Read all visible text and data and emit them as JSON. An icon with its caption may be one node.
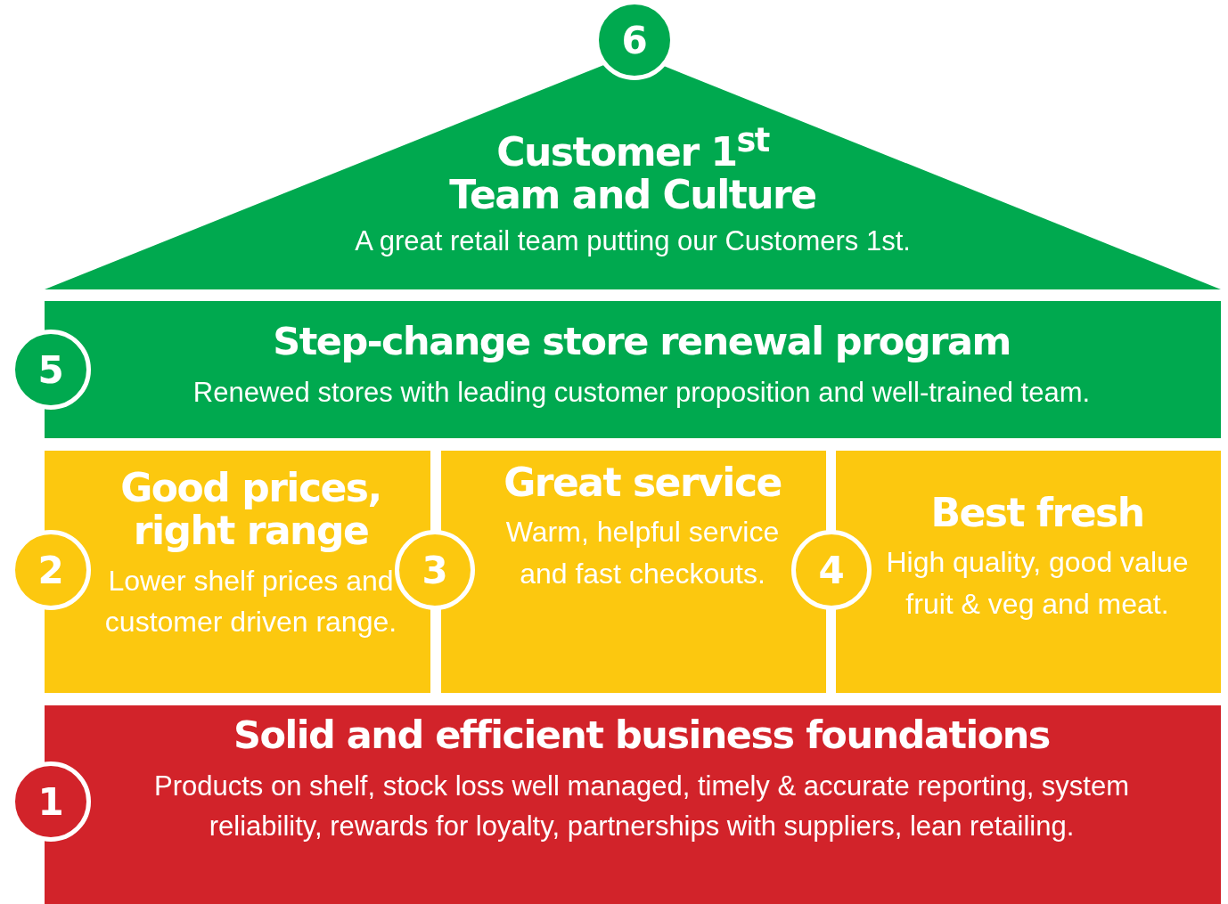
{
  "diagram": {
    "nodes": [
      {
        "text": [
          "6"
        ]
      },
      {
        "text": [
          "Customer 1$^{st}$ Team and Culture",
          "A great retail team putting our Customers 1st."
        ]
      },
      {
        "text": [
          "5"
        ]
      },
      {
        "text": [
          "Step-change store renewal program",
          "Renewed stores with leading customer proposition and well-trained team."
        ]
      },
      {
        "text": [
          "2"
        ]
      },
      {
        "text": [
          "Good prices, right range",
          "Lower shelf prices and customer driven range."
        ]
      },
      {
        "text": [
          "3"
        ]
      },
      {
        "text": [
          "Great service",
          "Warm, helpful service and fast checkouts."
        ]
      },
      {
        "text": [
          "4"
        ]
      },
      {
        "text": [
          "Best fresh",
          "High quality, good value fruit & veg and meat."
        ]
      },
      {
        "text": [
          "1"
        ]
      },
      {
        "text": [
          "Solid and efficient business foundations",
          "Products on shelf, stock loss well managed, timely & accurate reporting, system reliability, rewards for loyalty, partnerships with suppliers, lean retailing."
        ]
      }
    ]
  }
}
